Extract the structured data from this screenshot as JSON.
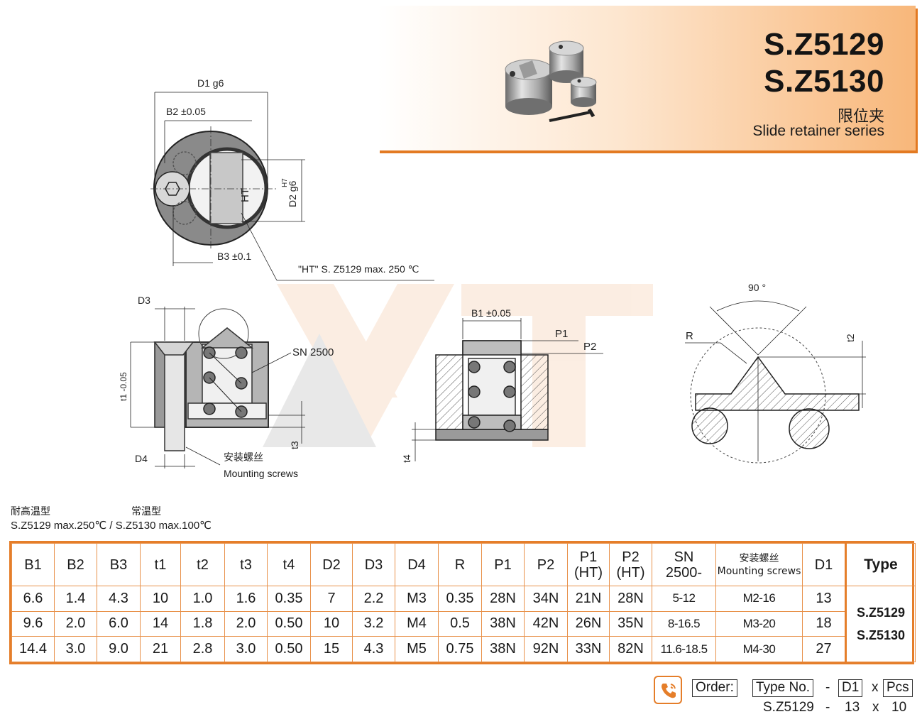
{
  "header": {
    "code1": "S.Z5129",
    "code2": "S.Z5130",
    "title_cn": "限位夹",
    "title_en": "Slide retainer series"
  },
  "drawing_labels": {
    "d1": "D1 g6",
    "b2": "B2 ±0.05",
    "d2": "D2 g6",
    "h7": "H7",
    "ht": "HT",
    "b3": "B3 ±0.1",
    "ht_note": "\"HT\" S. Z5129 max. 250 ℃",
    "d3": "D3",
    "t1": "t1 -0.05",
    "sn": "SN 2500",
    "d4": "D4",
    "t3": "t3",
    "screws_cn": "安装螺丝",
    "screws_en": "Mounting screws",
    "b1": "B1 ±0.05",
    "p1": "P1",
    "p2": "P2",
    "t4": "t4",
    "angle": "90 °",
    "r": "R",
    "t2": "t2"
  },
  "notes": {
    "ht_type_cn": "耐高温型",
    "normal_type_cn": "常温型",
    "max_temp": "S.Z5129 max.250℃ / S.Z5130 max.100℃"
  },
  "table": {
    "headers": [
      "B1",
      "B2",
      "B3",
      "t1",
      "t2",
      "t3",
      "t4",
      "D2",
      "D3",
      "D4",
      "R",
      "P1",
      "P2",
      "P1\n(HT)",
      "P2\n(HT)",
      "SN\n2500-",
      "安装螺丝\nMounting screws",
      "D1",
      "Type"
    ],
    "rows": [
      [
        "6.6",
        "1.4",
        "4.3",
        "10",
        "1.0",
        "1.6",
        "0.35",
        "7",
        "2.2",
        "M3",
        "0.35",
        "28N",
        "34N",
        "21N",
        "28N",
        "5-12",
        "M2-16",
        "13"
      ],
      [
        "9.6",
        "2.0",
        "6.0",
        "14",
        "1.8",
        "2.0",
        "0.50",
        "10",
        "3.2",
        "M4",
        "0.5",
        "38N",
        "42N",
        "26N",
        "35N",
        "8-16.5",
        "M3-20",
        "18"
      ],
      [
        "14.4",
        "3.0",
        "9.0",
        "21",
        "2.8",
        "3.0",
        "0.50",
        "15",
        "4.3",
        "M5",
        "0.75",
        "38N",
        "92N",
        "33N",
        "82N",
        "11.6-18.5",
        "M4-30",
        "27"
      ]
    ],
    "type_values": [
      "S.Z5129",
      "S.Z5130"
    ]
  },
  "order": {
    "label": "Order:",
    "type_no": "Type No.",
    "dash": "-",
    "d1": "D1",
    "x": "x",
    "pcs": "Pcs",
    "example_type": "S.Z5129",
    "example_dash": "-",
    "example_d1": "13",
    "example_x": "x",
    "example_pcs": "10"
  },
  "colors": {
    "accent": "#e57e2a",
    "banner_gradient_end": "#f8b77a"
  }
}
